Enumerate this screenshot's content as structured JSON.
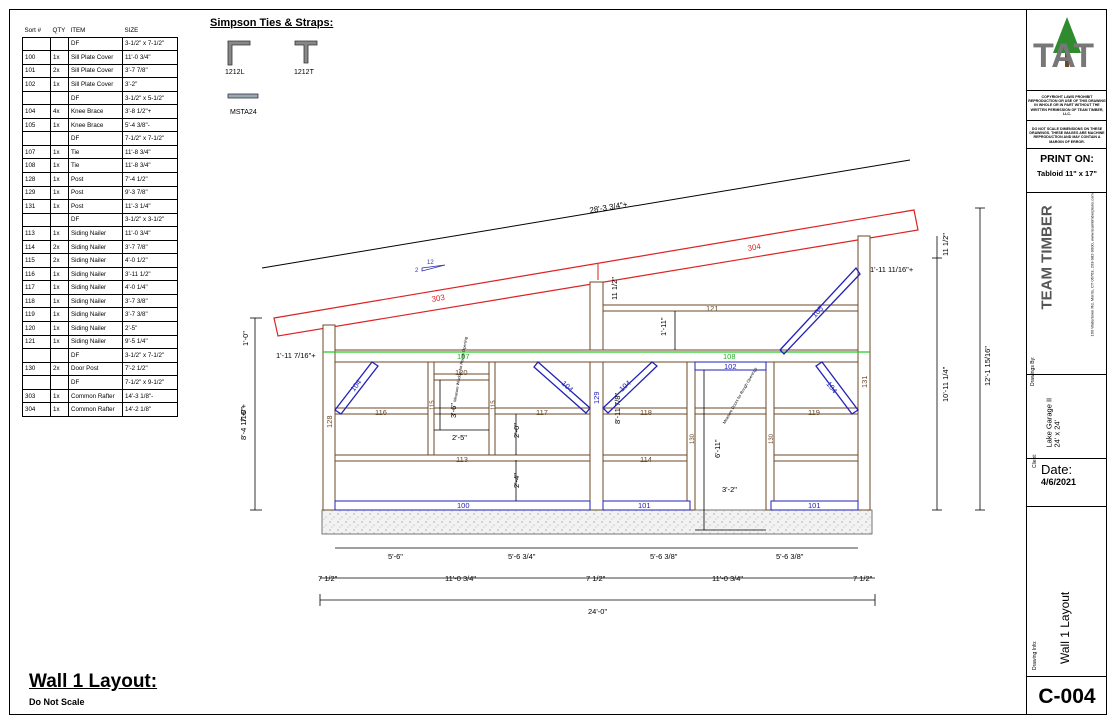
{
  "cutlist": {
    "headers": [
      "Sort #",
      "QTY",
      "ITEM",
      "SIZE"
    ],
    "rows": [
      [
        "",
        "",
        "DF",
        "3-1/2\" x 7-1/2\""
      ],
      [
        "100",
        "1x",
        "Sill Plate Cover",
        "11'-0 3/4\""
      ],
      [
        "101",
        "2x",
        "Sill Plate Cover",
        "3'-7 7/8\""
      ],
      [
        "102",
        "1x",
        "Sill Plate Cover",
        "3'-2\""
      ],
      [
        "",
        "",
        "DF",
        "3-1/2\" x 5-1/2\""
      ],
      [
        "104",
        "4x",
        "Knee Brace",
        "3'-8 1/2\"+"
      ],
      [
        "105",
        "1x",
        "Knee Brace",
        "5'-4 3/8\"-"
      ],
      [
        "",
        "",
        "DF",
        "7-1/2\" x 7-1/2\""
      ],
      [
        "107",
        "1x",
        "Tie",
        "11'-8 3/4\""
      ],
      [
        "108",
        "1x",
        "Tie",
        "11'-8 3/4\""
      ],
      [
        "128",
        "1x",
        "Post",
        "7'-4 1/2\""
      ],
      [
        "129",
        "1x",
        "Post",
        "9'-3 7/8\""
      ],
      [
        "131",
        "1x",
        "Post",
        "11'-3 1/4\""
      ],
      [
        "",
        "",
        "DF",
        "3-1/2\" x 3-1/2\""
      ],
      [
        "113",
        "1x",
        "Siding Nailer",
        "11'-0 3/4\""
      ],
      [
        "114",
        "2x",
        "Siding Nailer",
        "3'-7 7/8\""
      ],
      [
        "115",
        "2x",
        "Siding Nailer",
        "4'-0 1/2\""
      ],
      [
        "116",
        "1x",
        "Siding Nailer",
        "3'-11 1/2\""
      ],
      [
        "117",
        "1x",
        "Siding Nailer",
        "4'-0 1/4\""
      ],
      [
        "118",
        "1x",
        "Siding Nailer",
        "3'-7 3/8\""
      ],
      [
        "119",
        "1x",
        "Siding Nailer",
        "3'-7 3/8\""
      ],
      [
        "120",
        "1x",
        "Siding Nailer",
        "2'-5\""
      ],
      [
        "121",
        "1x",
        "Siding Nailer",
        "9'-5 1/4\""
      ],
      [
        "",
        "",
        "DF",
        "3-1/2\" x 7-1/2\""
      ],
      [
        "130",
        "2x",
        "Door Post",
        "7'-2 1/2\""
      ],
      [
        "",
        "",
        "DF",
        "7-1/2\" x 9-1/2\""
      ],
      [
        "303",
        "1x",
        "Common Rafter",
        "14'-3 1/8\"-"
      ],
      [
        "304",
        "1x",
        "Common Rafter",
        "14'-2 1/8\""
      ]
    ]
  },
  "simpson": {
    "title": "Simpson Ties & Straps:",
    "items": [
      "1212L",
      "1212T",
      "MSTA24"
    ]
  },
  "drawing": {
    "dims": {
      "rafter_length": "28'-3 3/4\"+",
      "left_height": "8'-4 1/16\"+",
      "left_post": "7'-0\"",
      "left_overhang": "1'-0\"",
      "left_offset": "1'-11 7/16\"+",
      "right_total": "12'-1 15/16\"",
      "right_inner": "10'-11 1/4\"",
      "right_top": "11 1/2\"",
      "right_offset": "1'-11 11/16\"+",
      "mid_top": "11 1/2\"",
      "mid_drop": "1'-11\"",
      "win_h": "3'-6\"",
      "win_w": "2'-5\"",
      "mid_2_0": "2'-0\"",
      "mid_2_4": "2'-4\"",
      "mid_post_h": "8'-11 7/8\"",
      "door_h": "6'-11\"",
      "door_w": "3'-2\"",
      "b1": "5'-6\"",
      "b2": "5'-6 3/4\"",
      "b3": "5'-6 3/8\"",
      "b4": "5'-6 3/8\"",
      "s1": "7 1/2\"",
      "s2": "11'-0 3/4\"",
      "s3": "7 1/2\"",
      "s4": "11'-0 3/4\"",
      "s5": "7 1/2\"",
      "overall": "24'-0\""
    },
    "pitch": {
      "rise": "12",
      "run": "2"
    },
    "labels": {
      "l303": "303",
      "l304": "304",
      "l107": "107",
      "l108": "108",
      "l121": "121",
      "l105": "105",
      "l120": "120",
      "l102": "102",
      "l116": "116",
      "l117": "117",
      "l118": "118",
      "l119": "119",
      "l113": "113",
      "l114": "114",
      "l100": "100",
      "l101a": "101",
      "l101b": "101",
      "l104a": "104",
      "l104b": "104",
      "l104c": "104",
      "l104d": "104",
      "l128": "128",
      "l129": "129",
      "l131": "131",
      "l115a": "115",
      "l115b": "115",
      "l130a": "130",
      "l130b": "130"
    },
    "notes": {
      "window": "Measure Window for Rough Opening",
      "door": "Measure Doors for Rough Openings"
    }
  },
  "titleblock": {
    "logo_text": "TAT",
    "copyright": "COPYRIGHT LAWS PROHIBIT REPRODUCTION OR USE OF THIS DRAWING IN WHOLE OR IN PART WITHOUT THE WRITTEN PERMISSION OF TEAM TIMBER, LLC.",
    "noscale": "DO NOT SCALE DIMENSIONS ON THESE DRAWINGS. THESE IMAGES ARE MACHINE REPRODUCTION AND MAY CONTAIN A MARGIN OF ERROR.",
    "print_on": "PRINT ON:",
    "paper": "Tabloid 11\" x 17\"",
    "company": "TEAM TIMBER",
    "address": "160 Watertown Rd, Morris, CT 06763, 203-982-9000, www.teamtimberplans.com",
    "drawings_by": "Drawings By:",
    "client_label": "Client:",
    "client": "Lake Garage II",
    "client_size": "24' x 24'",
    "date_label": "Date:",
    "date": "4/6/2021",
    "drawing_info_label": "Drawing Info:",
    "drawing_info": "Wall 1 Layout",
    "sheet": "C-004"
  },
  "page": {
    "title": "Wall 1 Layout:",
    "subtitle": "Do Not Scale"
  }
}
